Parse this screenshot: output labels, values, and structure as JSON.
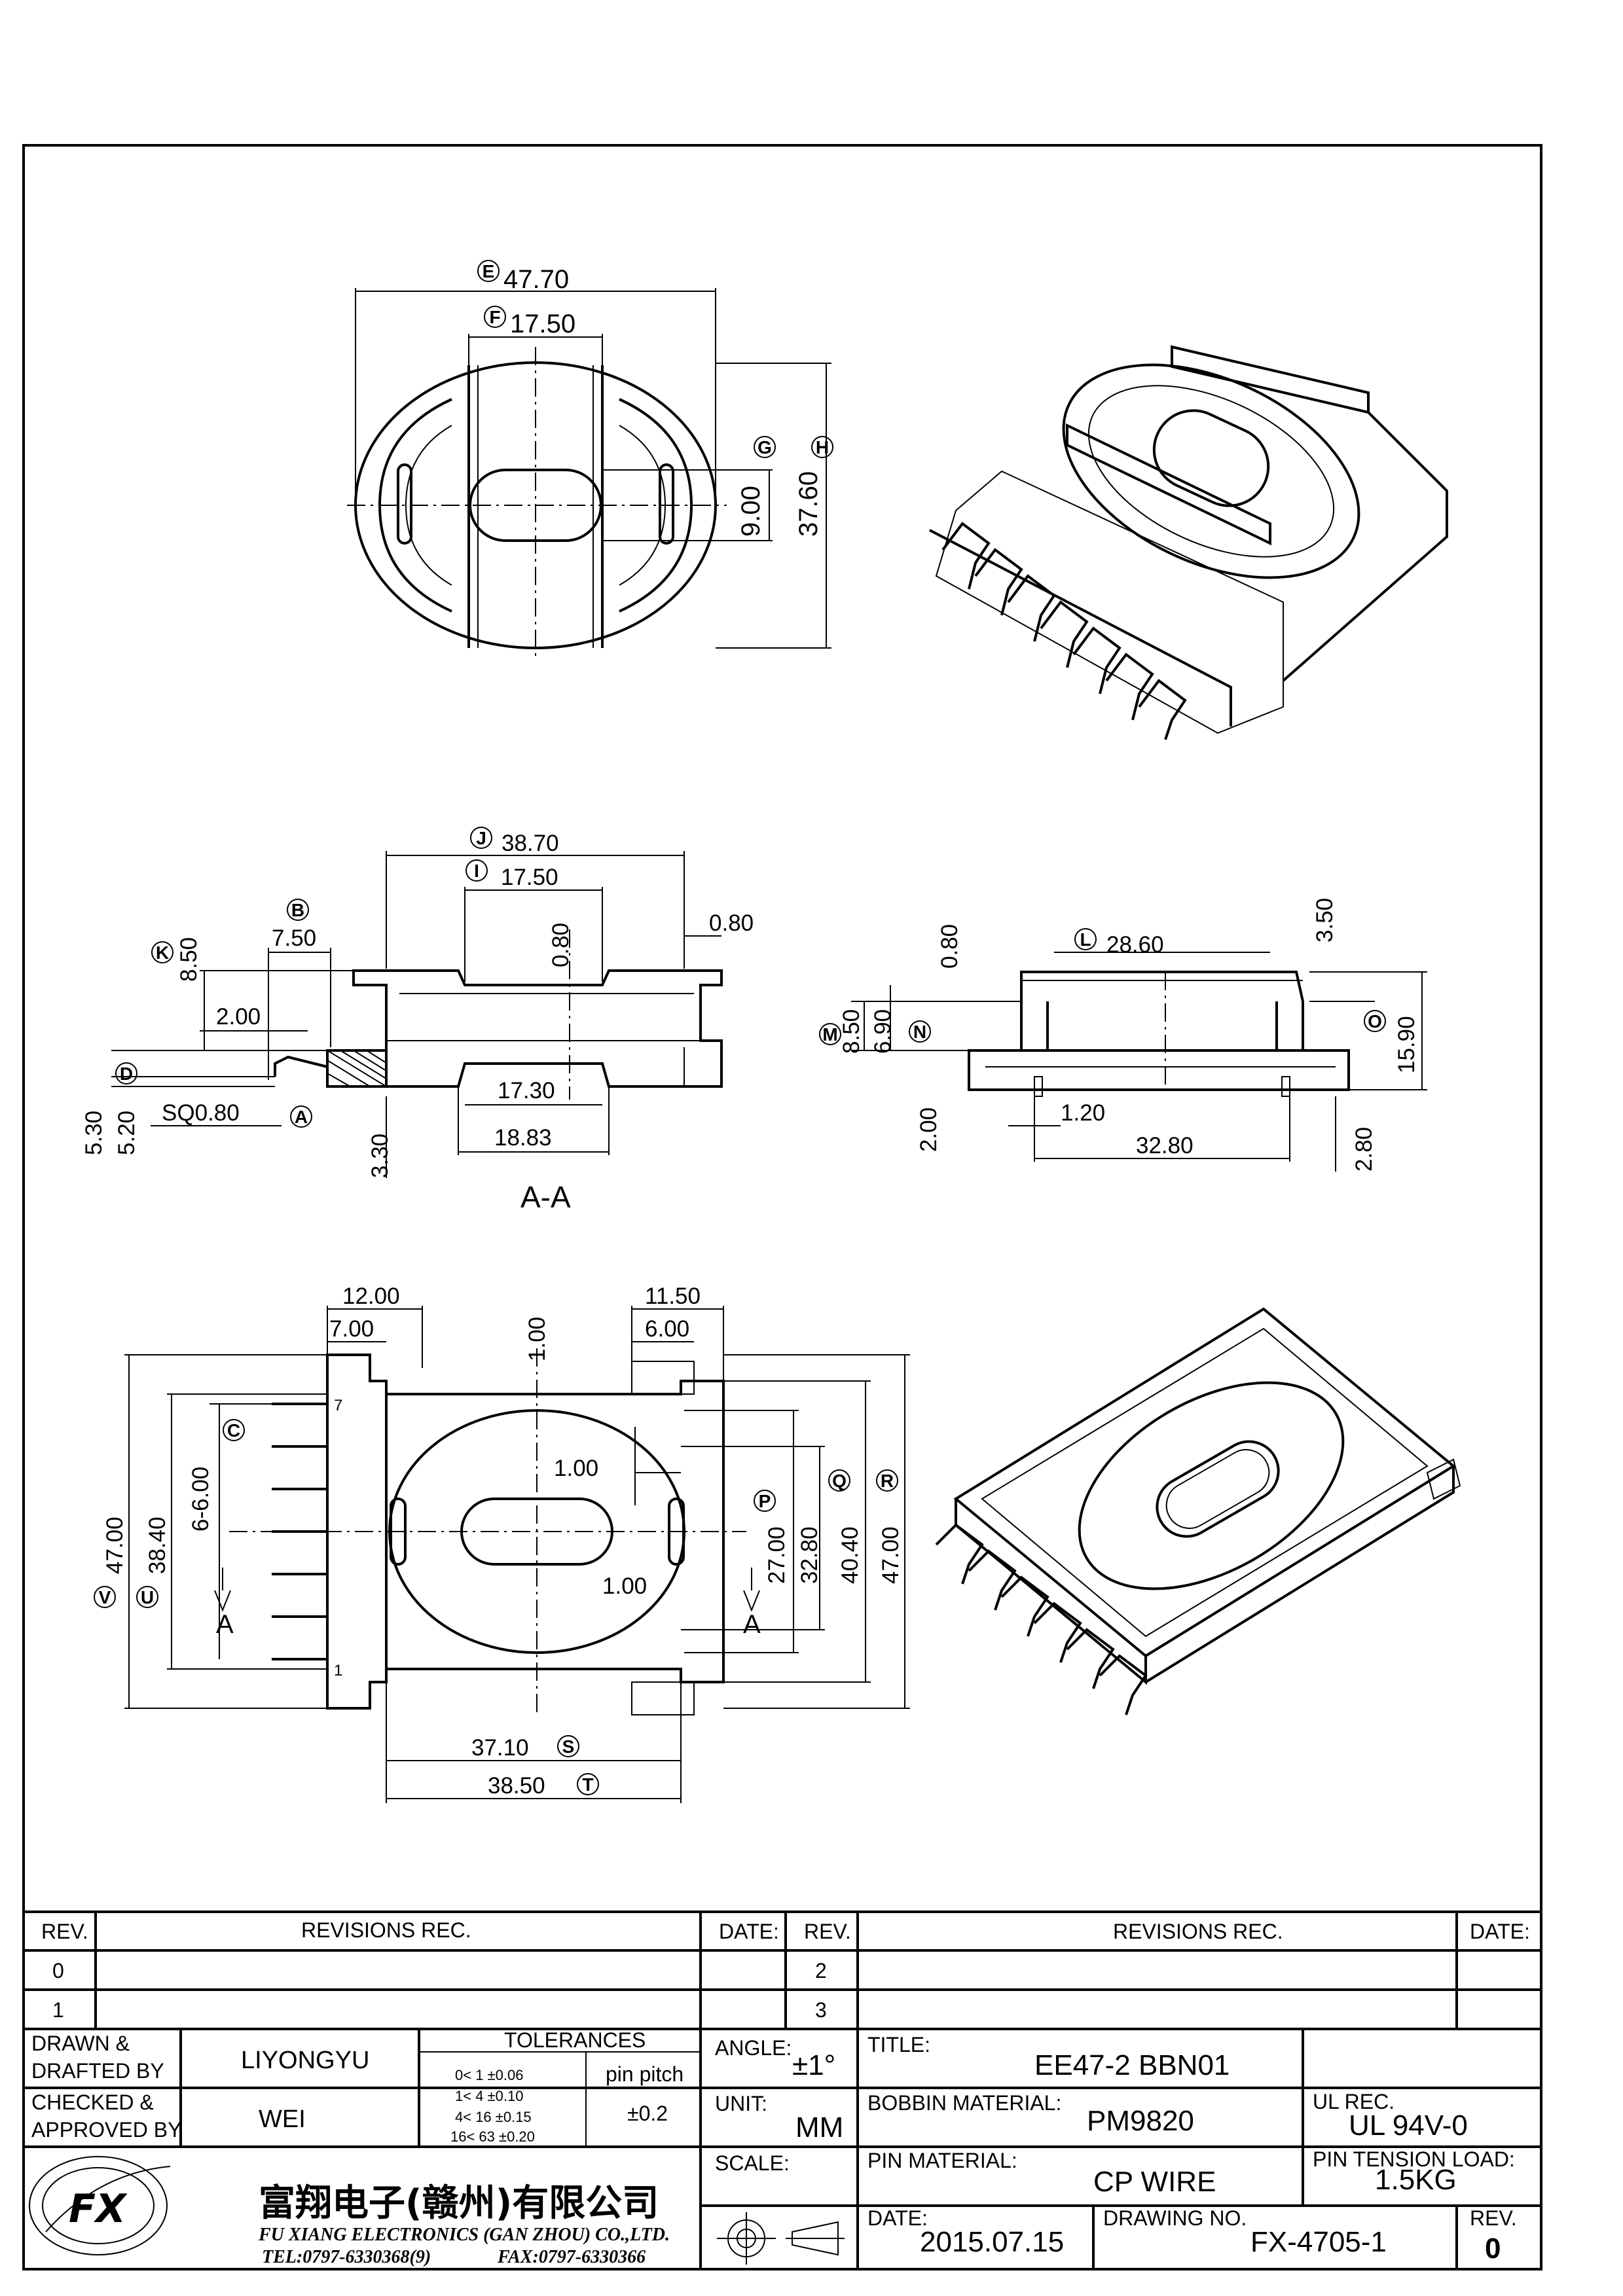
{
  "views": {
    "top": {
      "dims": {
        "E": "47.70",
        "F": "17.50",
        "G": "9.00",
        "H": "37.60"
      }
    },
    "section": {
      "caption": "A-A",
      "dims": {
        "J": "38.70",
        "I": "17.50",
        "top_gap": "0.80",
        "B": "7.50",
        "K": "8.50",
        "left_2": "2.00",
        "right_gap": "0.80",
        "D_a": "5.30",
        "D_b": "5.20",
        "A": "SQ0.80",
        "bottom_1": "17.30",
        "bottom_2": "18.83",
        "pin_h": "3.30"
      }
    },
    "side": {
      "dims": {
        "L": "28.60",
        "top_gap": "0.80",
        "right_top": "3.50",
        "M": "8.50",
        "N": "6.90",
        "O": "15.90",
        "left_pin": "2.00",
        "pin_w": "1.20",
        "span": "32.80",
        "right_pin": "2.80"
      }
    },
    "bottom": {
      "pins": {
        "first": "1",
        "last": "7"
      },
      "arrow_label": "A",
      "dims": {
        "top_left_1": "12.00",
        "top_left_2": "7.00",
        "center": "1.00",
        "top_right_1": "11.50",
        "top_right_2": "6.00",
        "C": "6-6.00",
        "gap1": "1.00",
        "gap2": "1.00",
        "P": "27.00",
        "P2": "32.80",
        "Q": "40.40",
        "R": "47.00",
        "U": "38.40",
        "V": "47.00",
        "S": "37.10",
        "T": "38.50"
      }
    }
  },
  "title_block": {
    "rev_header": "REV.",
    "revisions_header": "REVISIONS   REC.",
    "date_header": "DATE:",
    "revisions": [
      "0",
      "1",
      "2",
      "3"
    ],
    "drawn_label": [
      "DRAWN  &",
      "DRAFTED  BY"
    ],
    "drawn_value": "LIYONGYU",
    "checked_label": [
      "CHECKED  &",
      "APPROVED  BY"
    ],
    "checked_value": "WEI",
    "tolerances_header": "TOLERANCES",
    "tolerance_rows": [
      "0<   1    ±0.06",
      "1<   4    ±0.10",
      "4<   16  ±0.15",
      "16<   63  ±0.20"
    ],
    "pin_pitch_label": "pin  pitch",
    "pin_pitch_value": "±0.2",
    "angle_label": "ANGLE:",
    "angle_value": "±1°",
    "unit_label": "UNIT:",
    "unit_value": "MM",
    "scale_label": "SCALE:",
    "title_label": "TITLE:",
    "title_value": "EE47-2  BBN01",
    "bobbin_label": "BOBBIN  MATERIAL:",
    "bobbin_value": "PM9820",
    "ul_label": "UL  REC.",
    "ul_value": "UL  94V-0",
    "pin_material_label": "PIN  MATERIAL:",
    "pin_material_value": "CP  WIRE",
    "pin_tension_label": "PIN  TENSION  LOAD:",
    "pin_tension_value": "1.5KG",
    "date_label": "DATE:",
    "date_value": "2015.07.15",
    "drawing_no_label": "DRAWING  NO.",
    "drawing_no_value": "FX-4705-1",
    "rev_label": "REV.",
    "rev_value": "0",
    "company_cn": "富翔电子(赣州)有限公司",
    "company_en": "FU  XIANG  ELECTRONICS  (GAN  ZHOU)  CO.,LTD.",
    "tel": "TEL:0797-6330368(9)",
    "fax": "FAX:0797-6330366",
    "logo_text": "FX"
  }
}
